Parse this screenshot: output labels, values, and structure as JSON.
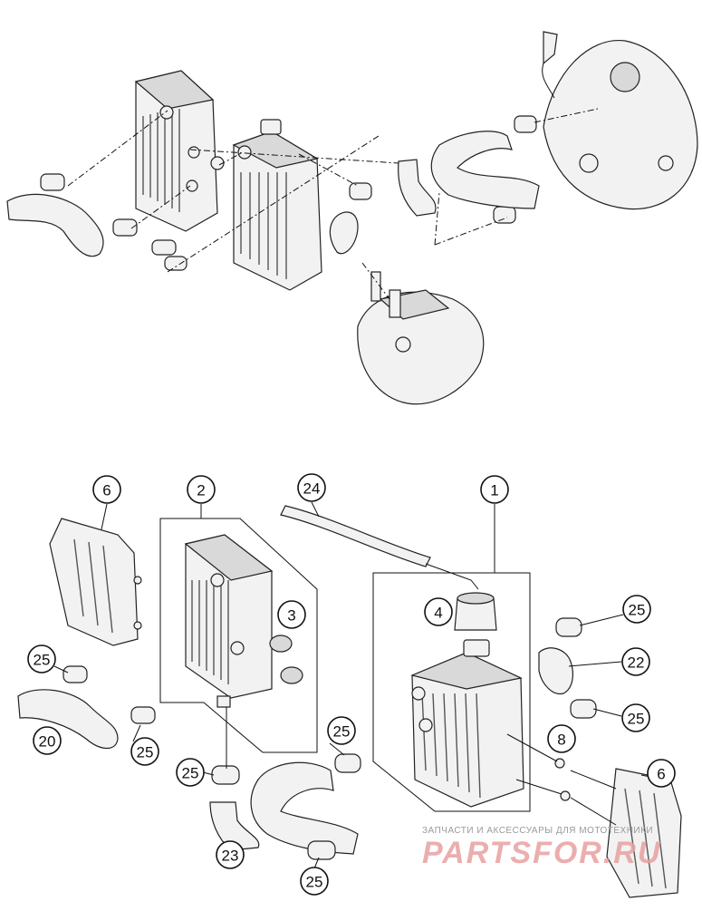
{
  "callouts": {
    "c1": "1",
    "c2": "2",
    "c3": "3",
    "c4": "4",
    "c6a": "6",
    "c6b": "6",
    "c8": "8",
    "c20": "20",
    "c22": "22",
    "c23": "23",
    "c24": "24",
    "c25a": "25",
    "c25b": "25",
    "c25c": "25",
    "c25d": "25",
    "c25e": "25",
    "c25f": "25",
    "c25g": "25"
  },
  "watermark": {
    "top_text": "ЗАПЧАСТИ И АКСЕССУАРЫ ДЛЯ МОТОТЕХНИКИ",
    "logo_text": "PARTSFOR.RU"
  },
  "colors": {
    "line": "#111111",
    "part_fill": "#f2f2f2",
    "watermark_logo": "#e8a0a0",
    "watermark_text": "#9a9a9a"
  }
}
